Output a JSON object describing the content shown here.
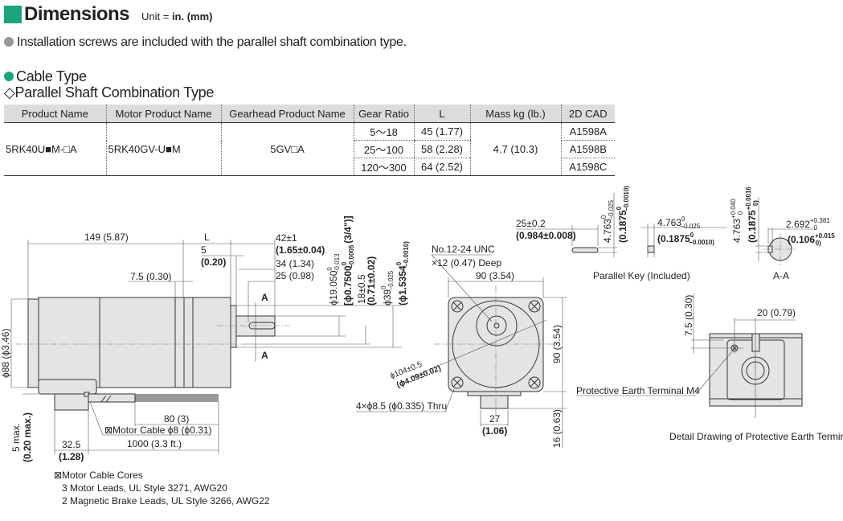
{
  "header": {
    "title": "Dimensions",
    "unit_prefix": "Unit = ",
    "unit": "in. (mm)"
  },
  "note": "Installation screws are included with the parallel shaft combination type.",
  "section": "Cable Type",
  "subsection": "Parallel Shaft Combination Type",
  "colors": {
    "accent": "#1ba57c",
    "bullet_gray": "#999999",
    "table_header": "#dcdcdc"
  },
  "table": {
    "headers": [
      "Product Name",
      "Motor Product Name",
      "Gearhead Product Name",
      "Gear Ratio",
      "L",
      "Mass kg (lb.)",
      "2D CAD"
    ],
    "product_name": "5RK40U■M-□A",
    "motor_product_name": "5RK40GV-U■M",
    "gearhead_product_name": "5GV□A",
    "mass": "4.7 (10.3)",
    "rows": [
      {
        "gear_ratio": "5〜18",
        "L": "45 (1.77)",
        "cad": "A1598A"
      },
      {
        "gear_ratio": "25〜100",
        "L": "58 (2.28)",
        "cad": "A1598B"
      },
      {
        "gear_ratio": "120〜300",
        "L": "64 (2.52)",
        "cad": "A1598C"
      }
    ]
  },
  "side_view": {
    "len_motor": "149 (5.87)",
    "len_L": "L",
    "shaft_len": "42±1",
    "shaft_len_in": "(1.65±0.04)",
    "boss": "5",
    "boss_in": "(0.20)",
    "shaft_34": "34 (1.34)",
    "key_25": "25 (0.98)",
    "flange": "7.5 (0.30)",
    "section_mark": "A",
    "dia_shaft": "ϕ19.050",
    "dia_shaft_tol_up": "0",
    "dia_shaft_tol_low": "−0.013",
    "dia_shaft_in": "[ϕ0.7500",
    "dia_shaft_in_tol_up": "0",
    "dia_shaft_in_tol_low": "−0.0005",
    "dia_shaft_in_frac": "(3/4\")]",
    "offset": "18±0.5",
    "offset_in": "(0.71±0.02)",
    "dia_boss": "ϕ39",
    "dia_boss_tol_up": "0",
    "dia_boss_tol_low": "−0.025",
    "dia_boss_in": "(ϕ1.5354",
    "dia_boss_in_tol_up": "0",
    "dia_boss_in_tol_low": "−0.0010)",
    "dia_motor": "ϕ88 (ϕ3.46)",
    "max5": "5 max.",
    "max5_in": "(0.20 max.)",
    "lead_80": "80 (3)",
    "cable": "⊠Motor Cable ϕ8 (ϕ0.31)",
    "cable_len": "1000 (3.3 ft.)",
    "conn_pos": "32.5",
    "conn_pos_in": "(1.28)"
  },
  "cable_notes": {
    "title": "⊠Motor Cable Cores",
    "lines": [
      "3 Motor Leads, UL Style 3271, AWG20",
      "2 Magnetic Brake Leads, UL Style 3266, AWG22"
    ]
  },
  "front_view": {
    "tap": "No.12-24 UNC",
    "tap_depth": "×12 (0.47) Deep",
    "width": "90 (3.54)",
    "height": "90 (3.54)",
    "pcd": "ϕ104±0.5",
    "pcd_in": "(ϕ4.09±0.02)",
    "holes": "4×ϕ8.5 (ϕ0.335) Thru",
    "conn_w": "27",
    "conn_w_in": "(1.06)",
    "conn_h": "16 (0.63)"
  },
  "key": {
    "len": "25±0.2",
    "len_in": "(0.984±0.008)",
    "h": "4.763",
    "h_up": "0",
    "h_low": "−0.025",
    "h_in": "(0.1875",
    "h_in_up": "0",
    "h_in_low": "−0.0010)",
    "w": "4.763",
    "w_up": "0",
    "w_low": "−0.025",
    "w_in": "(0.1875",
    "w_in_up": "0",
    "w_in_low": "−0.0010)",
    "caption": "Parallel Key (Included)"
  },
  "section_aa": {
    "slot_w": "4.763",
    "slot_w_up": "+0.040",
    "slot_w_low": "0",
    "slot_w_in": "(0.1875",
    "slot_w_in_up": "+0.0016",
    "slot_w_in_low": "0)",
    "depth": "2.692",
    "depth_up": "+0.381",
    "depth_low": "0",
    "depth_in": "(0.106",
    "depth_in_up": "+0.015",
    "depth_in_low": "0)",
    "caption": "A-A"
  },
  "detail": {
    "v": "7.5 (0.30)",
    "h": "20 (0.79)",
    "terminal": "Protective Earth Terminal M4",
    "caption": "Detail Drawing of Protective Earth Terminal"
  }
}
